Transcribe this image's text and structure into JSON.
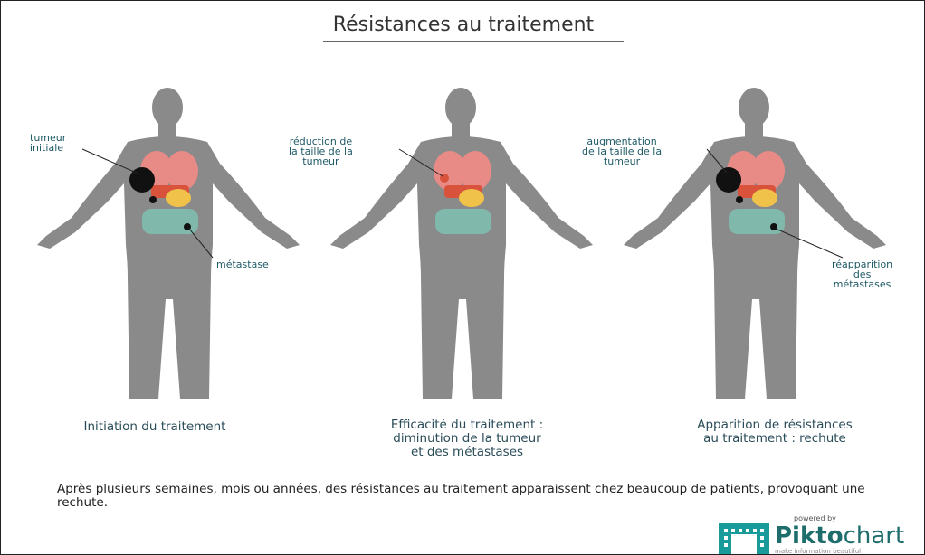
{
  "title": "Résistances au traitement",
  "panels": [
    {
      "annotations": [
        "tumeur\ninitiale",
        "métastase"
      ],
      "caption": "Initiation du traitement"
    },
    {
      "annotations": [
        "réduction de\nla taille de la\ntumeur"
      ],
      "caption": "Efficacité du traitement :\ndiminution de la tumeur\net des métastases"
    },
    {
      "annotations": [
        "augmentation\nde la taille de la\ntumeur",
        "réapparition\ndes\nmétastases"
      ],
      "caption": "Apparition de résistances\nau traitement : rechute"
    }
  ],
  "footer": "Après plusieurs semaines, mois ou années, des résistances au traitement apparaissent chez beaucoup de patients, provoquant une rechute.",
  "powered_by": "powered by",
  "logo": {
    "word_bold": "Pikto",
    "word_light": "chart",
    "tagline": "make information beautiful"
  },
  "colors": {
    "body": "#8a8a8a",
    "lungs": "#e88b86",
    "liver": "#d9533c",
    "stomach": "#f0c24a",
    "intestine": "#7fbcae",
    "tumor": "#111111",
    "text": "#1e5a66"
  }
}
